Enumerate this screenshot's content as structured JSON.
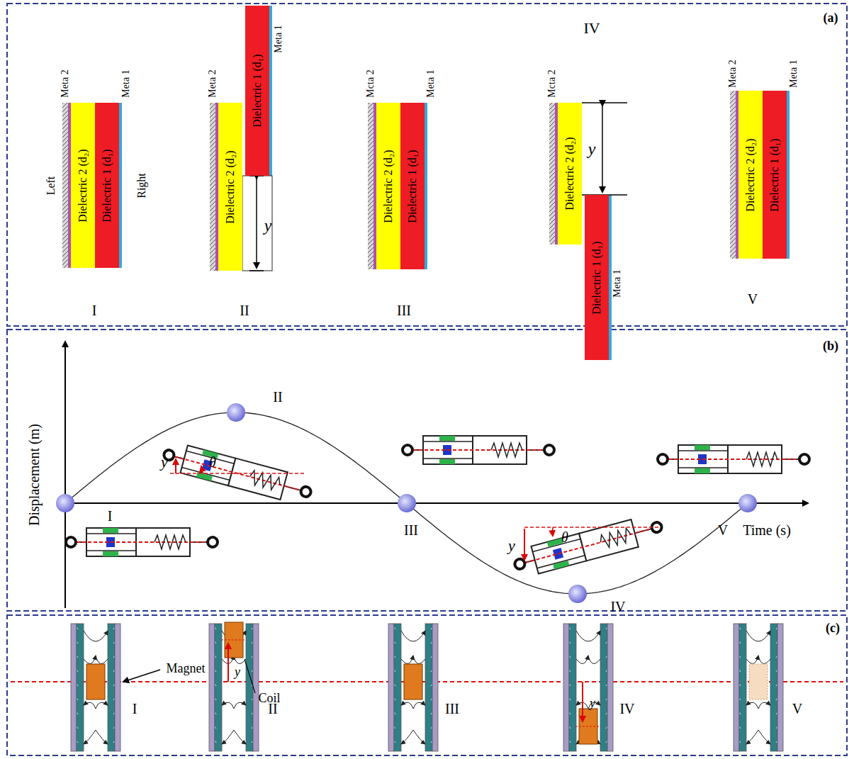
{
  "diagram": {
    "nodes": [
      {
        "text": [
          "Dielectric 2 (d₂)"
        ]
      },
      {
        "text": [
          "Dielectric 1 (d₁)"
        ]
      },
      {
        "text": [
          "Dielectric 2 (d₂)"
        ]
      },
      {
        "text": [
          "Dielectric 1 (d₁)"
        ]
      },
      {
        "text": [
          "Dielectric 2 (d₂)"
        ]
      },
      {
        "text": [
          "Dielectric 1 (d₁)"
        ]
      },
      {
        "text": [
          "Dielectric 2 (d₂)"
        ]
      },
      {
        "text": [
          "Dielectric 1 (d₁)"
        ]
      },
      {
        "text": [
          "Dielectric 2 (d₂)"
        ]
      },
      {
        "text": [
          "Dielectric 1 (d₁)"
        ]
      }
    ],
    "labels": [
      "(a)",
      "Meta 2",
      "Meta 1",
      "Left",
      "Right",
      "I",
      "Meta 2",
      "Meta 1",
      "y",
      "II",
      "Mcta 2",
      "Meta 1",
      "III",
      "IV",
      "Mcta 2",
      "y",
      "Meta 1",
      "Meta 2",
      "Meta 1",
      "V",
      "(b)",
      "Displacement (m)",
      "Time (s)",
      "I",
      "II",
      "III",
      "IV",
      "V",
      "y",
      "θ",
      "y",
      "θ",
      "(c)",
      "Magnet",
      "Coil",
      "I",
      "II",
      "III",
      "IV",
      "V",
      "y",
      "y"
    ]
  }
}
